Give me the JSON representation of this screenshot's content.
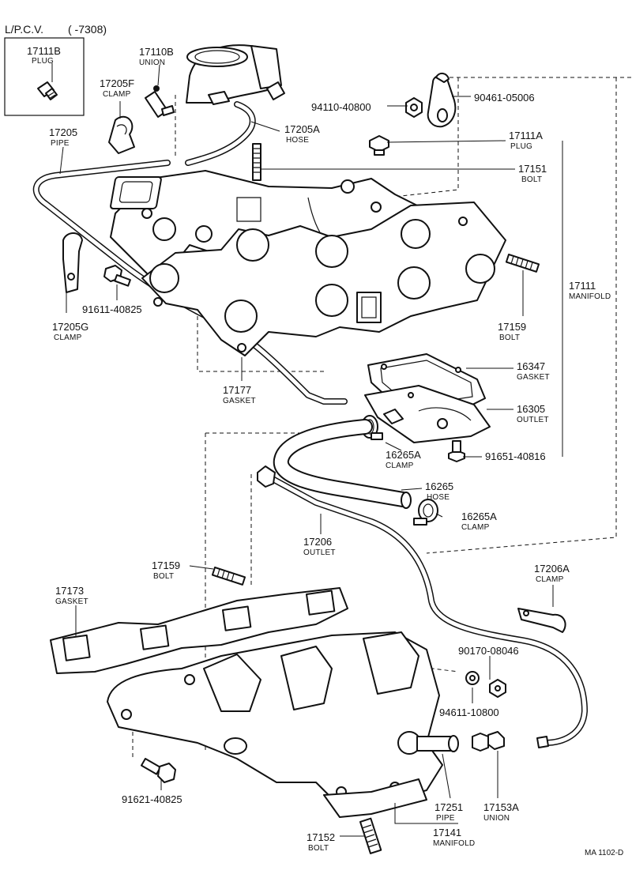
{
  "header": {
    "title": "L/P.C.V.",
    "range": "(      -7308)"
  },
  "drawing_code": "MA 1102-D",
  "callouts": {
    "plug_17111b": {
      "number": "17111B",
      "name": "PLUG"
    },
    "union_17110b": {
      "number": "17110B",
      "name": "UNION"
    },
    "clamp_17205f": {
      "number": "17205F",
      "name": "CLAMP"
    },
    "pipe_17205": {
      "number": "17205",
      "name": "PIPE"
    },
    "hose_17205a": {
      "number": "17205A",
      "name": "HOSE"
    },
    "nut_94110": {
      "number": "94110-40800"
    },
    "part_90461": {
      "number": "90461-05006"
    },
    "plug_17111a": {
      "number": "17111A",
      "name": "PLUG"
    },
    "bolt_17151": {
      "number": "17151",
      "name": "BOLT"
    },
    "manifold_17111": {
      "number": "17111",
      "name": "MANIFOLD"
    },
    "clamp_17205g": {
      "number": "17205G",
      "name": "CLAMP"
    },
    "bolt_91611": {
      "number": "91611-40825"
    },
    "bolt_17159_upper": {
      "number": "17159",
      "name": "BOLT"
    },
    "gasket_17177": {
      "number": "17177",
      "name": "GASKET"
    },
    "gasket_16347": {
      "number": "16347",
      "name": "GASKET"
    },
    "outlet_16305": {
      "number": "16305",
      "name": "OUTLET"
    },
    "clamp_16265a_upper": {
      "number": "16265A",
      "name": "CLAMP"
    },
    "bolt_91651": {
      "number": "91651-40816"
    },
    "hose_16265": {
      "number": "16265",
      "name": "HOSE"
    },
    "clamp_16265a_lower": {
      "number": "16265A",
      "name": "CLAMP"
    },
    "outlet_17206": {
      "number": "17206",
      "name": "OUTLET"
    },
    "bolt_17159_lower": {
      "number": "17159",
      "name": "BOLT"
    },
    "clamp_17206a": {
      "number": "17206A",
      "name": "CLAMP"
    },
    "gasket_17173": {
      "number": "17173",
      "name": "GASKET"
    },
    "washer_90170": {
      "number": "90170-08046"
    },
    "nut_94611": {
      "number": "94611-10800"
    },
    "bolt_91621": {
      "number": "91621-40825"
    },
    "pipe_17251": {
      "number": "17251",
      "name": "PIPE"
    },
    "union_17153a": {
      "number": "17153A",
      "name": "UNION"
    },
    "manifold_17141": {
      "number": "17141",
      "name": "MANIFOLD"
    },
    "bolt_17152": {
      "number": "17152",
      "name": "BOLT"
    }
  }
}
